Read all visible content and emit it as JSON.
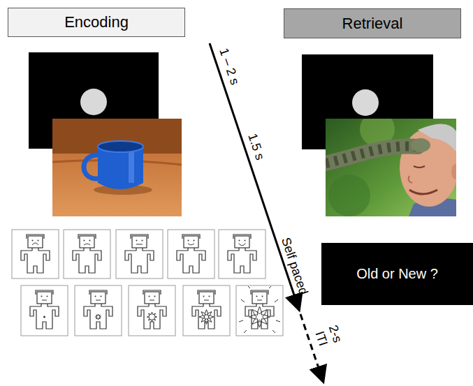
{
  "diagram": {
    "nodes": [
      {
        "text": [
          "Encoding"
        ]
      },
      {
        "text": [
          "Retrieval"
        ]
      },
      {
        "text": [
          "Old or New ?"
        ]
      }
    ],
    "labels": [
      "1 – 2 s",
      "1.5 s",
      "Self paced",
      "2-s ITI"
    ]
  }
}
